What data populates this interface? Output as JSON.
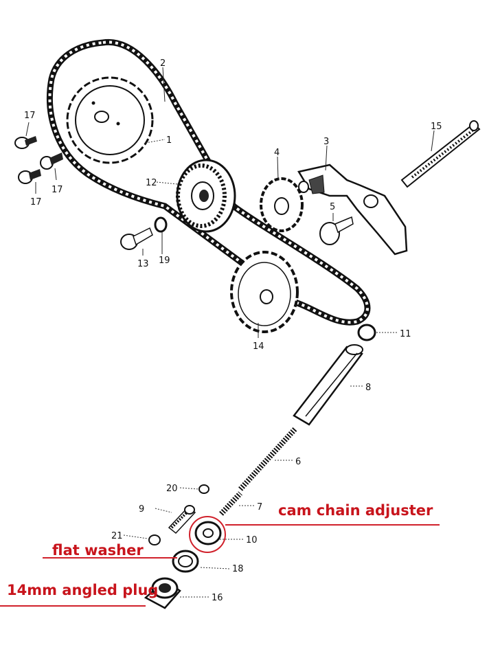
{
  "parts": [
    {
      "id": "1",
      "label": "1"
    },
    {
      "id": "2",
      "label": "2"
    },
    {
      "id": "3",
      "label": "3"
    },
    {
      "id": "4",
      "label": "4"
    },
    {
      "id": "5",
      "label": "5"
    },
    {
      "id": "6",
      "label": "6"
    },
    {
      "id": "7",
      "label": "7"
    },
    {
      "id": "8",
      "label": "8"
    },
    {
      "id": "9a",
      "label": "9"
    },
    {
      "id": "10",
      "label": "10"
    },
    {
      "id": "11",
      "label": "11"
    },
    {
      "id": "12",
      "label": "12"
    },
    {
      "id": "13",
      "label": "13"
    },
    {
      "id": "14",
      "label": "14"
    },
    {
      "id": "15",
      "label": "15"
    },
    {
      "id": "16",
      "label": "16"
    },
    {
      "id": "17a",
      "label": "17"
    },
    {
      "id": "17b",
      "label": "17"
    },
    {
      "id": "17c",
      "label": "17"
    },
    {
      "id": "18",
      "label": "18"
    },
    {
      "id": "19",
      "label": "19"
    },
    {
      "id": "20",
      "label": "20"
    },
    {
      "id": "21",
      "label": "21"
    }
  ],
  "annotations": {
    "cam_chain_adjuster": "cam chain adjuster",
    "flat_washer": "flat washer",
    "angled_plug": "14mm angled plug"
  },
  "annotation_color": "#c8141c"
}
